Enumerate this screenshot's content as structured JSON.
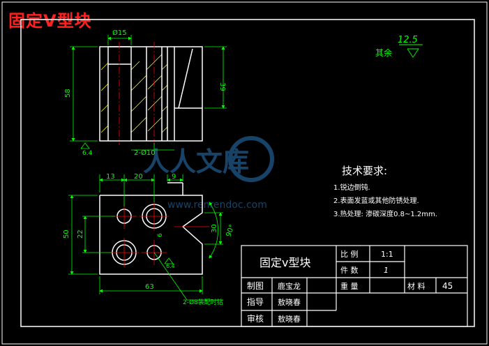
{
  "title": "固定V型块",
  "roughness": {
    "value": "12.5",
    "label": "其余",
    "local": "6.4"
  },
  "dims": {
    "d15": "Ø15",
    "d58": "58",
    "d39": "39",
    "d2x10": "2-Ø10",
    "d13": "13",
    "d20": "20",
    "d9": "9",
    "d50": "50",
    "d22": "22",
    "d30": "30",
    "d6": "6",
    "d90": "90°",
    "d63": "63",
    "d2x8": "2-Ø8装配时钻",
    "ra_front": "6.4"
  },
  "tech": {
    "heading": "技术要求:",
    "items": [
      "1.锐边倒钝.",
      "2.表面发蓝或其他防锈处理.",
      "3.热处理: 渗碳深度0.8~1.2mm."
    ]
  },
  "watermark": {
    "text": "人人文库",
    "sub": "www.renrendoc.com"
  },
  "titleblock": {
    "part_name": "固定v型块",
    "scale_label": "比 例",
    "scale_value": "1:1",
    "qty_label": "件 数",
    "qty_value": "1",
    "weight_label": "重 量",
    "material_label": "材 料",
    "material_value": "45",
    "drawn_label": "制图",
    "drawn_by": "鹿宝龙",
    "guide_label": "指导",
    "guide_by": "敖晓春",
    "check_label": "审核",
    "check_by": "敖晓春"
  },
  "colors": {
    "outline": "#ffffff",
    "dimension": "#00ff00",
    "hatch": "#ffff00",
    "center": "#ff0000",
    "watermark": "#1e5a8a"
  }
}
